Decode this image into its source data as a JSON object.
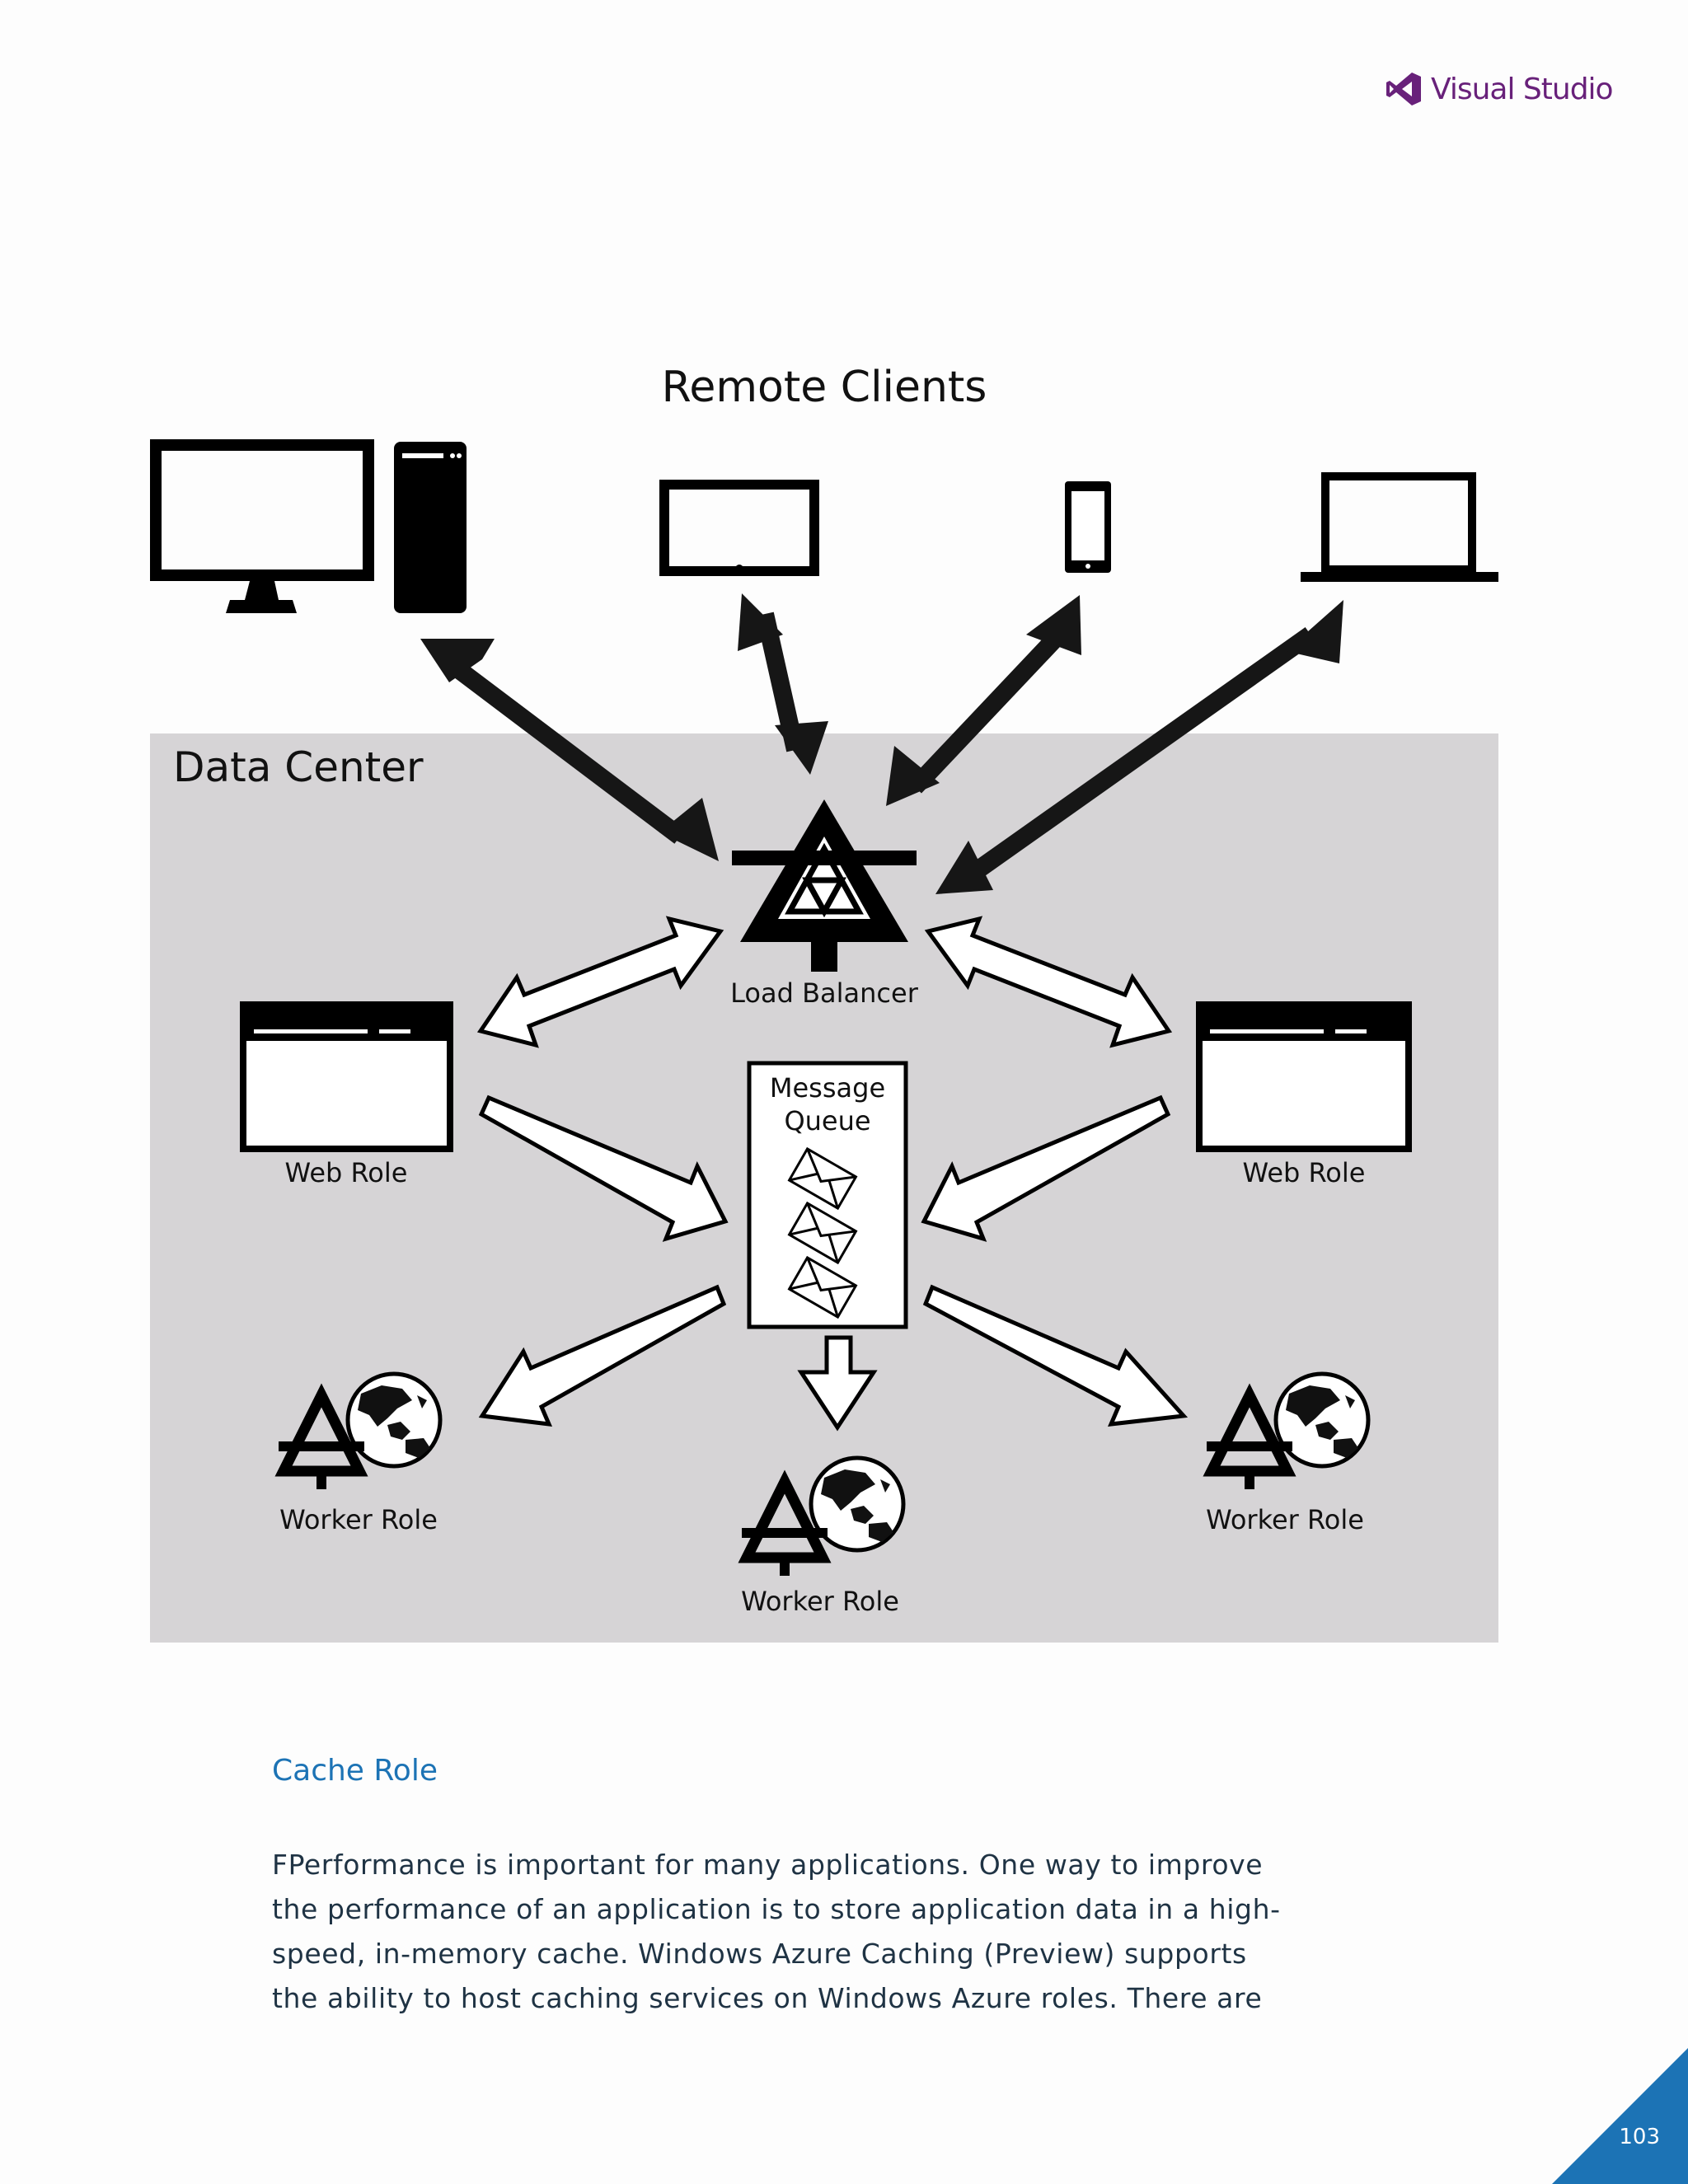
{
  "header": {
    "brand_name": "Visual Studio",
    "brand_color": "#68217a",
    "brand_icon": "visual-studio-logo-icon"
  },
  "diagram": {
    "remote_clients_title": "Remote Clients",
    "data_center_title": "Data Center",
    "load_balancer_label": "Load Balancer",
    "message_queue_label_line1": "Message",
    "message_queue_label_line2": "Queue",
    "web_role_left_label": "Web Role",
    "web_role_right_label": "Web Role",
    "worker_role_left_label": "Worker Role",
    "worker_role_center_label": "Worker Role",
    "worker_role_right_label": "Worker Role",
    "client_icons": [
      "desktop-pc-icon",
      "tablet-icon",
      "phone-icon",
      "laptop-icon"
    ],
    "data_center_color": "#d6d4d6"
  },
  "section": {
    "heading": "Cache Role",
    "heading_color": "#1c73b5",
    "body_lines": [
      "FPerformance is important for many applications. One way to improve",
      "the performance of an application is to store application data in a high-",
      "speed, in-memory cache. Windows Azure Caching (Preview) supports",
      "the ability to host caching services on Windows Azure roles. There are"
    ]
  },
  "footer": {
    "page_number": "103",
    "accent_color": "#1c73b5"
  }
}
